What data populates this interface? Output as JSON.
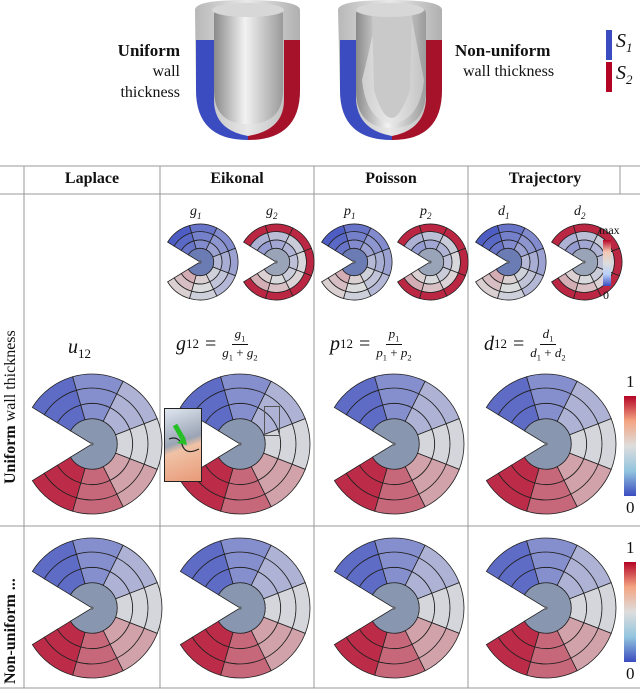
{
  "top": {
    "uniform_bold": "Uniform",
    "uniform_sub": "wall thickness",
    "nonuniform_bold": "Non-uniform",
    "nonuniform_sub": "wall thickness",
    "s1": "S",
    "s1_sub": "1",
    "s2": "S",
    "s2_sub": "2",
    "colors": {
      "s1": "#3b4cc0",
      "s2": "#b40426"
    }
  },
  "columns": [
    "Laplace",
    "Eikonal",
    "Poisson",
    "Trajectory"
  ],
  "rows": {
    "uniform_bold": "Uniform",
    "uniform_rest": "wall thickness",
    "nonuniform": "Non-uniform ..."
  },
  "small_labels": {
    "eikonal": [
      "g",
      "1",
      "g",
      "2"
    ],
    "poisson": [
      "p",
      "1",
      "p",
      "2"
    ],
    "trajectory": [
      "d",
      "1",
      "d",
      "2"
    ]
  },
  "formulas": {
    "laplace": {
      "lhs": "u",
      "lhs_sub": "12"
    },
    "eikonal": {
      "lhs": "g",
      "lhs_sub": "12",
      "num": "g",
      "num_sub": "1",
      "den_a": "g",
      "den_a_sub": "1",
      "den_b": "g",
      "den_b_sub": "2"
    },
    "poisson": {
      "lhs": "p",
      "lhs_sub": "12",
      "num": "p",
      "num_sub": "1",
      "den_a": "p",
      "den_a_sub": "1",
      "den_b": "p",
      "den_b_sub": "2"
    },
    "trajectory": {
      "lhs": "d",
      "lhs_sub": "12",
      "num": "d",
      "num_sub": "1",
      "den_a": "d",
      "den_a_sub": "1",
      "den_b": "d",
      "den_b_sub": "2"
    }
  },
  "colorbars": {
    "small": {
      "max": "max",
      "min": "0"
    },
    "uniform": {
      "max": "1",
      "min": "0"
    },
    "nonuniform": {
      "max": "1",
      "min": "0"
    }
  },
  "colormap": {
    "low": "#3b4cc0",
    "mid": "#dddddd",
    "high": "#b40426"
  }
}
